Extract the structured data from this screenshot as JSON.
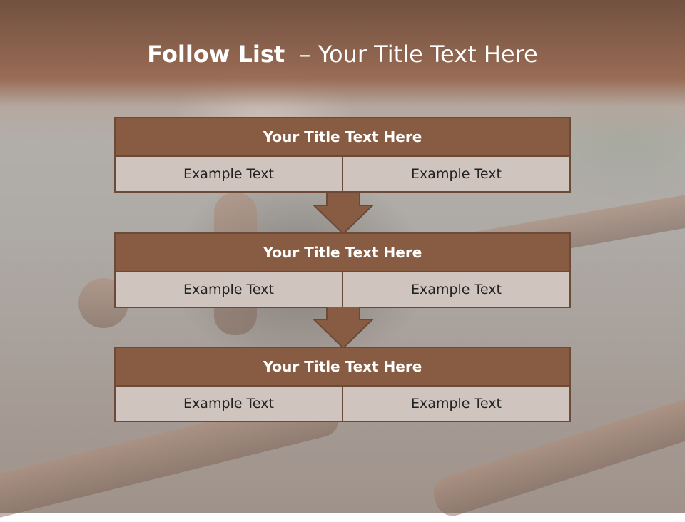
{
  "slide": {
    "title_bold": "Follow List",
    "title_rest": "  – Your Title Text Here"
  },
  "steps": [
    {
      "title": "Your Title Text Here",
      "left": "Example Text",
      "right": "Example Text"
    },
    {
      "title": "Your Title Text Here",
      "left": "Example Text",
      "right": "Example Text"
    },
    {
      "title": "Your Title Text Here",
      "left": "Example Text",
      "right": "Example Text"
    }
  ],
  "colors": {
    "header": "#875c43",
    "cell": "#d0c4bf",
    "border": "#6b4a38",
    "arrow": "#875c43"
  }
}
